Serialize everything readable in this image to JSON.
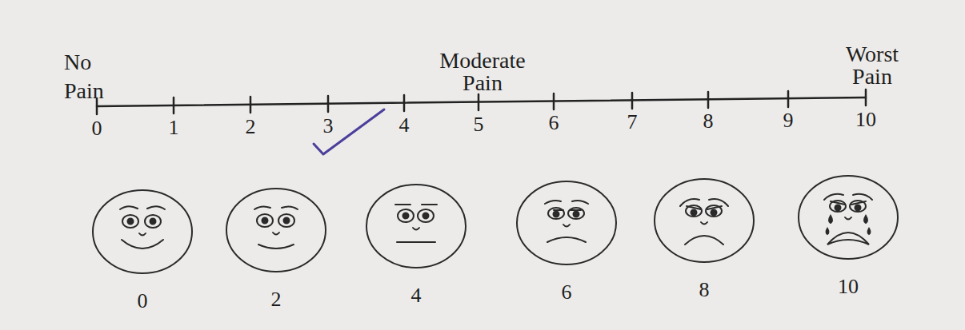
{
  "diagram": {
    "labels": [
      "No Pain",
      "Moderate Pain",
      "Worst Pain",
      "0",
      "1",
      "2",
      "3",
      "4",
      "5",
      "6",
      "7",
      "8",
      "9",
      "10",
      "0",
      "2",
      "4",
      "6",
      "8",
      "10"
    ]
  }
}
